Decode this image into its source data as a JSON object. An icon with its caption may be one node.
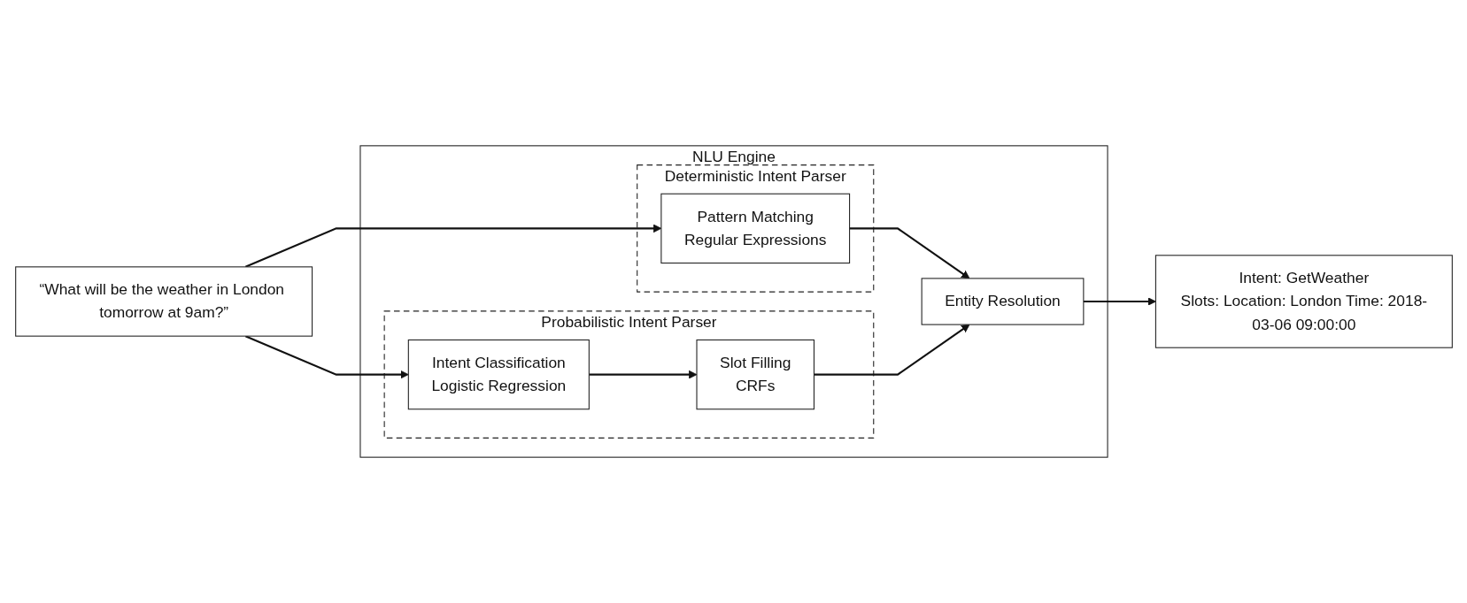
{
  "diagram": {
    "nodes": [
      {
        "text": [
          "“What will be the weather in London tomorrow at 9am?”"
        ]
      },
      {
        "text": [
          "NLU Engine"
        ]
      },
      {
        "text": [
          "Deterministic Intent Parser"
        ],
        "in": 1
      },
      {
        "text": [
          "Pattern Matching",
          "Regular Expressions"
        ],
        "in": 2
      },
      {
        "text": [
          "Probabilistic Intent Parser"
        ],
        "in": 1
      },
      {
        "text": [
          "Intent Classification",
          "Logistic Regression"
        ],
        "in": 4
      },
      {
        "text": [
          "Slot Filling",
          "CRFs"
        ],
        "in": 4
      },
      {
        "text": [
          "Entity Resolution"
        ],
        "in": 1
      },
      {
        "text": [
          "Intent: GetWeather",
          "Slots: Location: London Time: 2018-03-06 09:00:00"
        ]
      }
    ],
    "edges": [
      {
        "from": 0,
        "to": 3,
        "arrow": "to"
      },
      {
        "from": 0,
        "to": 5,
        "arrow": "to"
      },
      {
        "from": 5,
        "to": 6,
        "arrow": "to"
      },
      {
        "from": 3,
        "to": 7,
        "arrow": "to"
      },
      {
        "from": 6,
        "to": 7,
        "arrow": "to"
      },
      {
        "from": 7,
        "to": 8,
        "arrow": "to"
      }
    ]
  }
}
